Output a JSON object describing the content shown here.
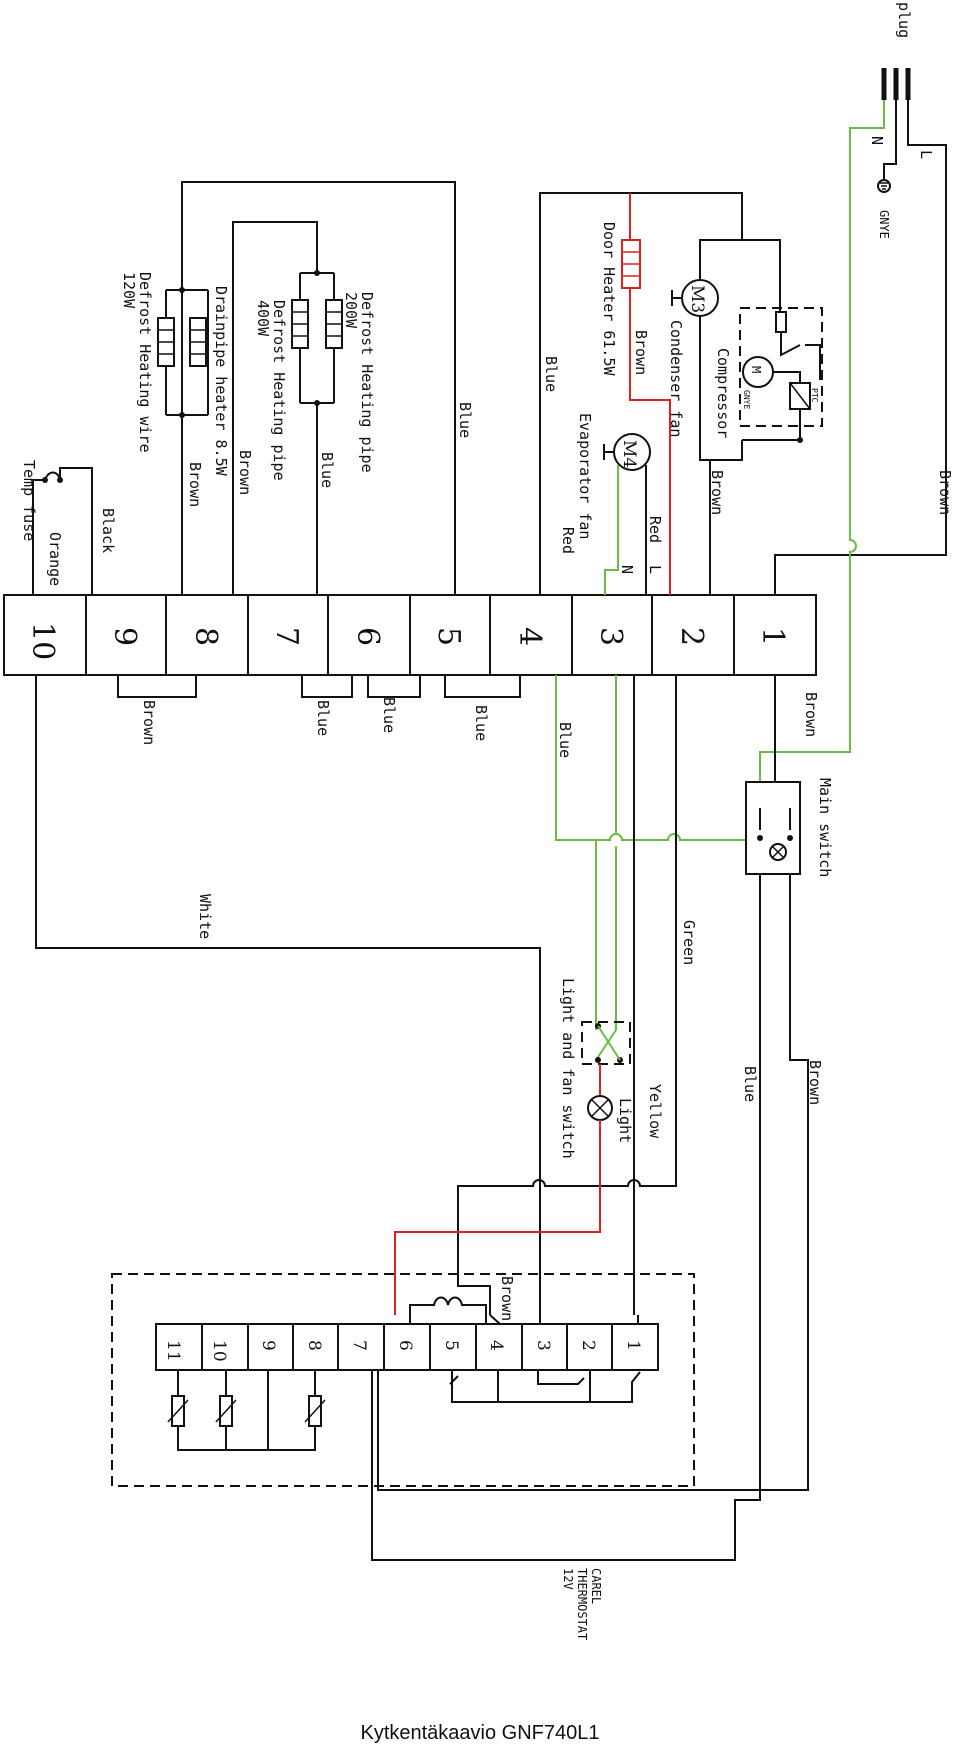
{
  "caption": "Kytkentäkaavio GNF740L1",
  "plug": {
    "label": "plug",
    "n": "N",
    "l": "L",
    "ground": "GNYE"
  },
  "main_terminal": [
    "1",
    "2",
    "3",
    "4",
    "5",
    "6",
    "7",
    "8",
    "9",
    "10"
  ],
  "thermostat_terminal": [
    "1",
    "2",
    "3",
    "4",
    "5",
    "6",
    "7",
    "8",
    "9",
    "10",
    "11"
  ],
  "thermostat": {
    "line1": "CAREL",
    "line2": "THERMOSTAT",
    "line3": "12V"
  },
  "components": {
    "defrost_wire": "Defrost Heating wire",
    "defrost_wire_power": "120W",
    "drainpipe_heater": "Drainpipe heater 8.5W",
    "defrost_pipe_a": "Defrost Heating pipe",
    "defrost_pipe_a_power": "400W",
    "defrost_pipe_b": "Defrost Heating pipe",
    "defrost_pipe_b_power": "200W",
    "door_heater": "Door Heater 61.5W",
    "condenser_fan": "Condenser fan",
    "m3": "M3",
    "compressor": "Compressor",
    "ptc": "PTC",
    "compressor_m": "M",
    "compressor_gnye": "GNYE",
    "m4": "M4",
    "evaporator_fan": "Evaporator fan",
    "temp_fuse": "Temp fuse",
    "main_switch": "Main switch",
    "light_fan_switch": "Light and fan switch",
    "light": "Light"
  },
  "wires": {
    "black": "Black",
    "orange": "Orange",
    "brown": "Brown",
    "blue": "Blue",
    "red": "Red",
    "white": "White",
    "green": "Green",
    "yellow": "Yellow",
    "n": "N",
    "l": "L"
  }
}
